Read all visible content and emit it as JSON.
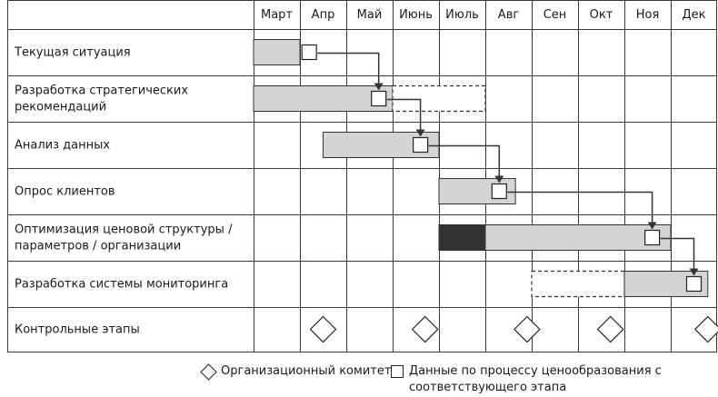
{
  "months": [
    "Март",
    "Апр",
    "Май",
    "Июнь",
    "Июль",
    "Авг",
    "Сен",
    "Окт",
    "Ноя",
    "Дек"
  ],
  "tasks": [
    {
      "label": [
        "Текущая ситуация"
      ]
    },
    {
      "label": [
        "Разработка стратегических",
        "рекомендаций"
      ]
    },
    {
      "label": [
        "Анализ данных"
      ]
    },
    {
      "label": [
        "Опрос клиентов"
      ]
    },
    {
      "label": [
        "Оптимизация ценовой структуры /",
        "параметров / организации"
      ]
    },
    {
      "label": [
        "Разработка системы мониторинга"
      ]
    },
    {
      "label": [
        "Контрольные этапы"
      ]
    }
  ],
  "bars": [
    {
      "task": 0,
      "start": 0,
      "end": 1,
      "style": "plan"
    },
    {
      "task": 1,
      "start": 0,
      "end": 3,
      "style": "plan"
    },
    {
      "task": 1,
      "start": 3,
      "end": 5,
      "style": "dashed"
    },
    {
      "task": 2,
      "start": 1.5,
      "end": 4,
      "style": "plan"
    },
    {
      "task": 3,
      "start": 4,
      "end": 5.65,
      "style": "plan"
    },
    {
      "task": 4,
      "start": 4,
      "end": 5,
      "style": "dark"
    },
    {
      "task": 4,
      "start": 5,
      "end": 9,
      "style": "plan"
    },
    {
      "task": 5,
      "start": 6,
      "end": 8,
      "style": "dashed"
    },
    {
      "task": 5,
      "start": 8,
      "end": 9.8,
      "style": "plan"
    }
  ],
  "deliverables": [
    {
      "task": 0,
      "month": 1.2
    },
    {
      "task": 1,
      "month": 2.7
    },
    {
      "task": 2,
      "month": 3.6
    },
    {
      "task": 3,
      "month": 5.3
    },
    {
      "task": 4,
      "month": 8.6
    },
    {
      "task": 5,
      "month": 9.5
    }
  ],
  "committees": [
    1.5,
    3.7,
    5.9,
    7.7,
    9.8
  ],
  "legend": {
    "committee": "Организационный комитет",
    "data_line1": "Данные по процессу ценообразования с",
    "data_line2": "соответствующего этапа"
  }
}
